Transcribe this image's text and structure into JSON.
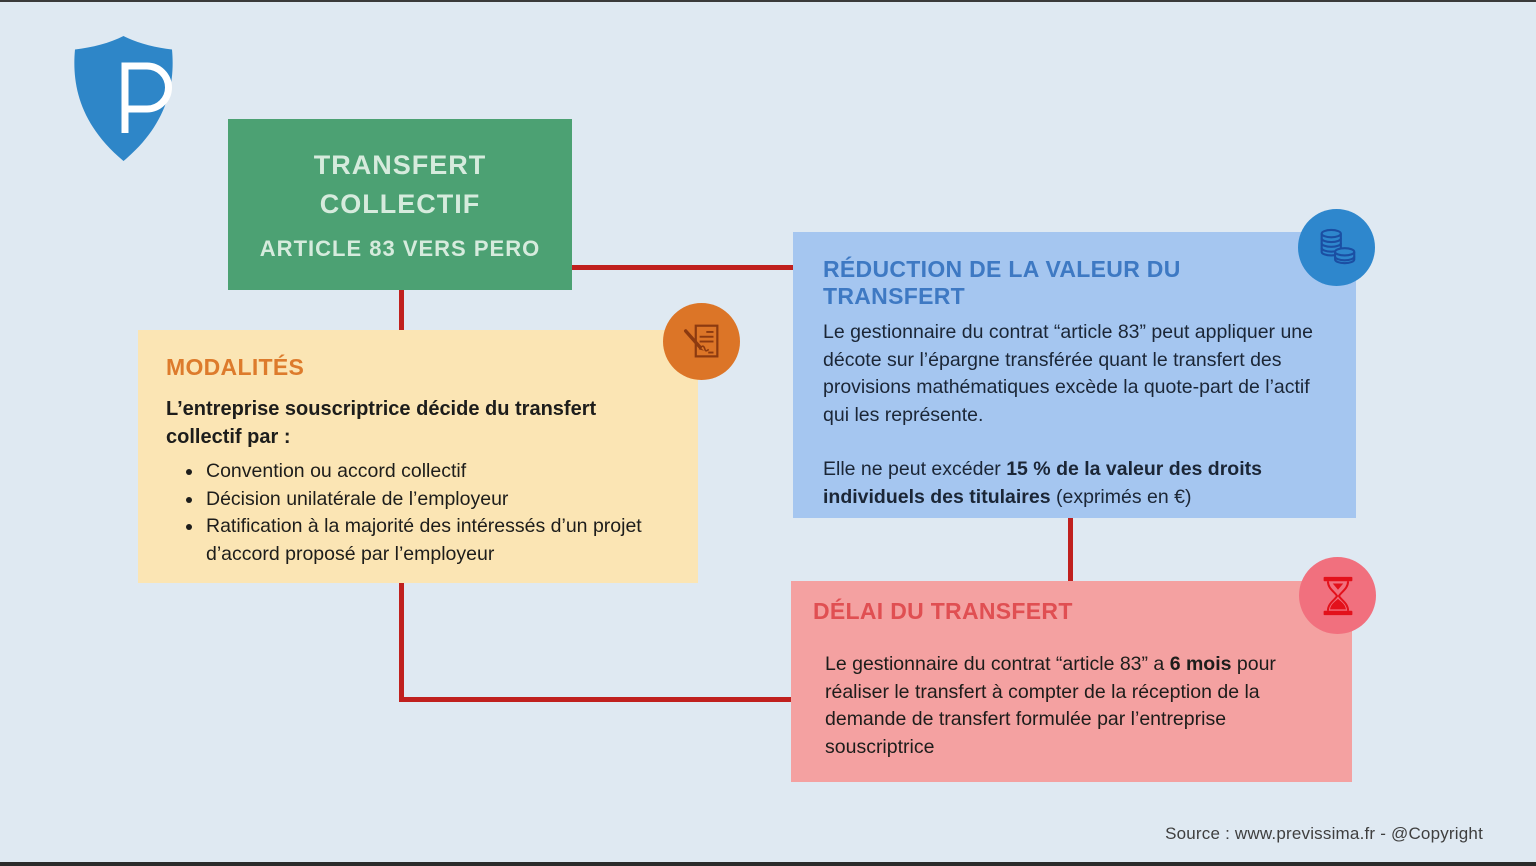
{
  "logo": {
    "letter": "P"
  },
  "title_box": {
    "line1": "TRANSFERT",
    "line2": "COLLECTIF",
    "subtitle": "ARTICLE 83 VERS PERO"
  },
  "modalites": {
    "title": "MODALITÉS",
    "intro": "L’entreprise souscriptrice décide du transfert collectif par :",
    "bullets": [
      "Convention ou accord collectif",
      "Décision unilatérale de l’employeur",
      "Ratification à la majorité des intéressés d’un projet d’accord proposé par l’employeur"
    ],
    "icon": "document-pen-icon"
  },
  "reduction": {
    "title": "RÉDUCTION DE LA VALEUR DU TRANSFERT",
    "paragraph1": "Le gestionnaire du contrat “article 83” peut appliquer une décote sur l’épargne transférée quant le transfert des provisions mathématiques excède la quote-part de l’actif qui les représente.",
    "paragraph2_prefix": "Elle ne peut excéder ",
    "paragraph2_bold": "15 % de la valeur des droits individuels des titulaires",
    "paragraph2_suffix": " (exprimés en €)",
    "icon": "coins-icon"
  },
  "delai": {
    "title": "DÉLAI DU TRANSFERT",
    "paragraph_prefix": "Le gestionnaire du contrat “article 83” a ",
    "paragraph_bold": "6 mois",
    "paragraph_suffix": " pour réaliser le transfert à compter de la réception de la demande de transfert formulée par l’entreprise souscriptrice",
    "icon": "hourglass-icon"
  },
  "footer": {
    "source": "Source : www.previssima.fr - @Copyright"
  },
  "colors": {
    "background": "#dfe9f2",
    "logo_blue": "#2e86c8",
    "green_box": "#4ca173",
    "green_box_text": "#d6ebdd",
    "yellow_box": "#fbe5b4",
    "blue_box": "#a5c6f0",
    "pink_box": "#f4a1a1",
    "connector_red": "#c0201e",
    "modalites_title": "#dd7b2c",
    "reduction_title": "#3e79c3",
    "delai_title": "#e04f52",
    "orange_icon_circle": "#dc7527",
    "orange_icon_glyph": "#8c3a10",
    "blue_icon_circle": "#2e87cd",
    "blue_icon_glyph": "#1b4fa3",
    "red_icon_circle": "#f1707e",
    "red_icon_glyph": "#e3111b"
  }
}
